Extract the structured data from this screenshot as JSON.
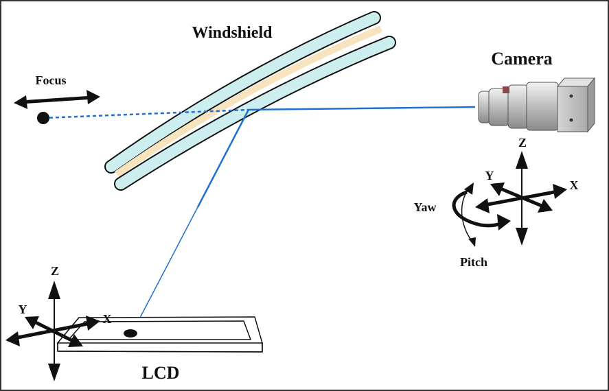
{
  "labels": {
    "windshield": "Windshield",
    "camera": "Camera",
    "focus": "Focus",
    "lcd": "LCD",
    "camera_axes": {
      "z": "Z",
      "y": "Y",
      "x": "X",
      "yaw": "Yaw",
      "pitch": "Pitch"
    },
    "lcd_axes": {
      "z": "Z",
      "y": "Y",
      "x": "X"
    }
  },
  "colors": {
    "ray": "#1f6fd0",
    "glass": "#cdeeee",
    "interlayer": "#f7e3bd",
    "outline": "#111111",
    "frame": "#333333",
    "camera_body": "#c9c9c9"
  }
}
